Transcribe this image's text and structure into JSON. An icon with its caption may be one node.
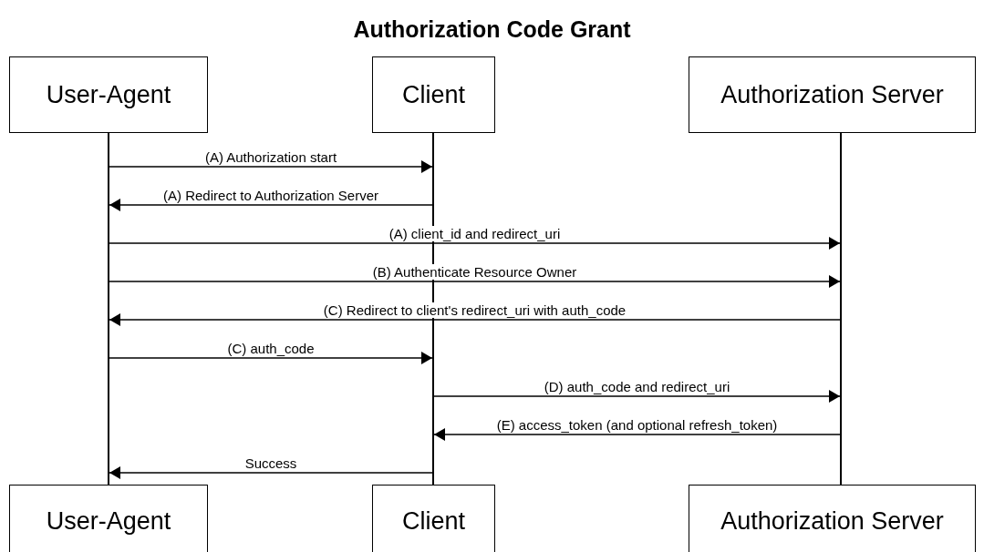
{
  "diagram": {
    "title": "Authorization Code Grant",
    "nodes": [
      {
        "text": [
          "User-Agent"
        ]
      },
      {
        "text": [
          "Client"
        ]
      },
      {
        "text": [
          "Authorization Server"
        ]
      },
      {
        "text": [],
        "shape": "line"
      },
      {
        "text": [],
        "shape": "line"
      },
      {
        "text": [],
        "shape": "line"
      },
      {
        "text": [
          "User-Agent"
        ]
      },
      {
        "text": [
          "Client"
        ]
      },
      {
        "text": [
          "Authorization Server"
        ]
      }
    ],
    "edges": [
      {
        "from": 3,
        "to": 4,
        "arrow": "to",
        "label": "(A) Authorization start"
      },
      {
        "from": 4,
        "to": 3,
        "arrow": "to",
        "label": "(A) Redirect to Authorization Server"
      },
      {
        "from": 3,
        "to": 5,
        "arrow": "to",
        "label": "(A) client_id and redirect_uri"
      },
      {
        "from": 3,
        "to": 5,
        "arrow": "to",
        "label": "(B) Authenticate Resource Owner"
      },
      {
        "from": 5,
        "to": 3,
        "arrow": "to",
        "label": "(C) Redirect to client's redirect_uri with auth_code"
      },
      {
        "from": 3,
        "to": 4,
        "arrow": "to",
        "label": "(C) auth_code"
      },
      {
        "from": 4,
        "to": 5,
        "arrow": "to",
        "label": "(D) auth_code and redirect_uri"
      },
      {
        "from": 5,
        "to": 4,
        "arrow": "to",
        "label": "(E) access_token (and optional refresh_token)"
      },
      {
        "from": 4,
        "to": 3,
        "arrow": "to",
        "label": "Success"
      }
    ]
  }
}
